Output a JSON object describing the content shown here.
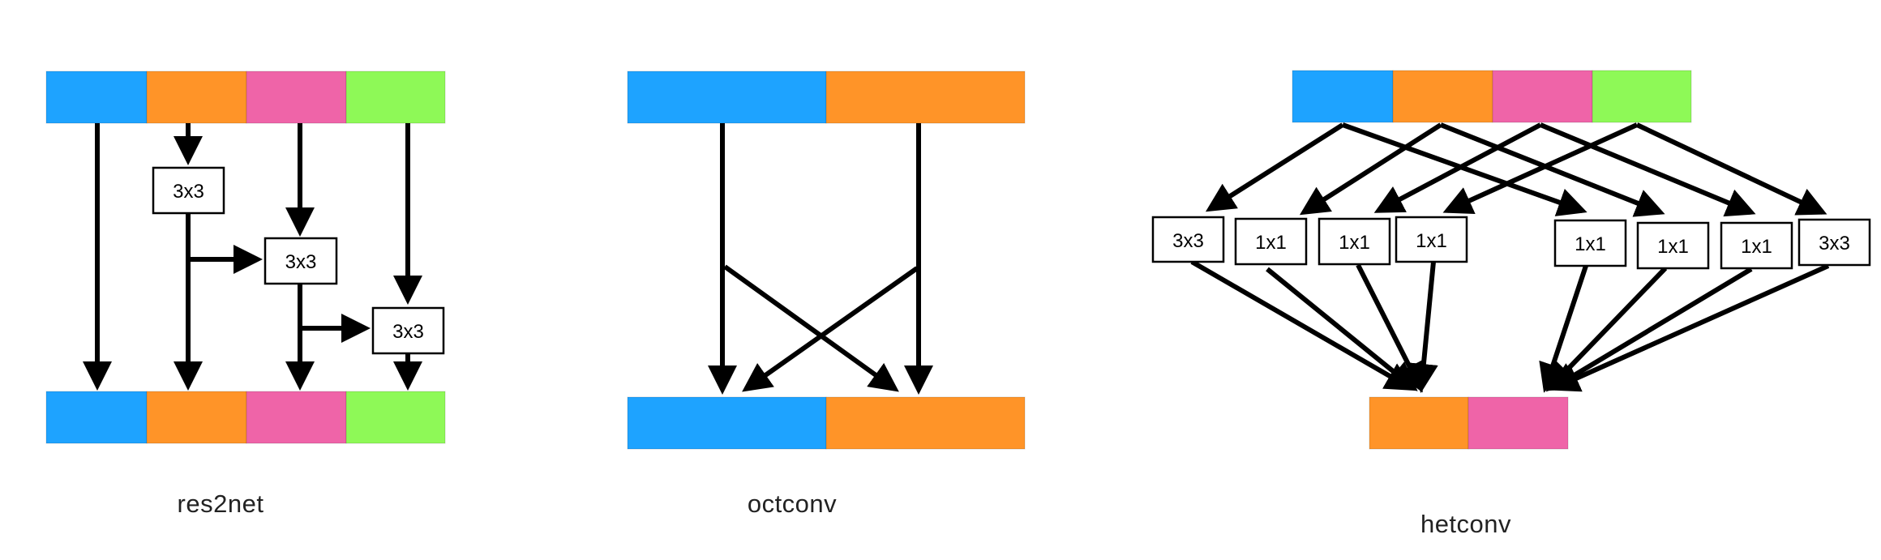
{
  "colors": {
    "blue": "#1ea3ff",
    "orange": "#ff9428",
    "pink": "#ef64a8",
    "green": "#8ef957"
  },
  "res2net": {
    "caption": "res2net",
    "box1": "3x3",
    "box2": "3x3",
    "box3": "3x3"
  },
  "octconv": {
    "caption": "octconv"
  },
  "hetconv": {
    "caption": "hetconv",
    "boxes": [
      "3x3",
      "1x1",
      "1x1",
      "1x1",
      "1x1",
      "1x1",
      "1x1",
      "3x3"
    ]
  }
}
